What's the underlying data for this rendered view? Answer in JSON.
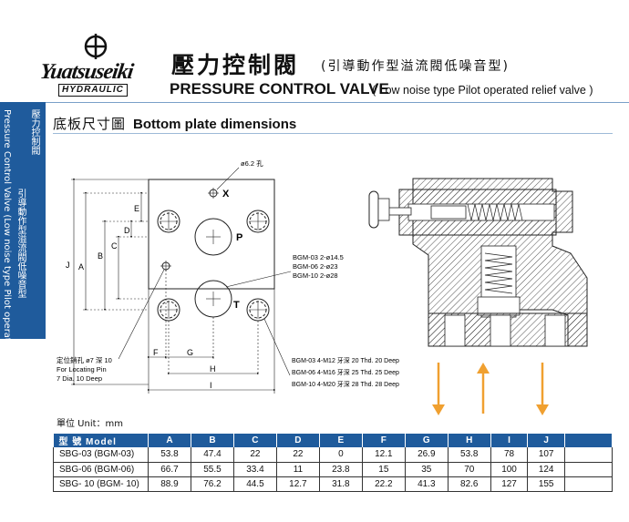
{
  "brand": {
    "name": "Yuatsuseiki",
    "sub": "HYDRAULIC"
  },
  "header": {
    "title_zh": "壓力控制閥",
    "title_zh_sub": "(引導動作型溢流閥低噪音型)",
    "title_en": "PRESSURE CONTROL VALVE",
    "title_en_sub": "( Low noise type Pilot operated relief valve )"
  },
  "sidebar": {
    "zh_title": "壓力控制閥",
    "zh_sub": "引導動作型溢流閥低噪音型",
    "en_text": "Pressure Control Valve (Low noise type Pilot operated relief valve)"
  },
  "section": {
    "title_zh": "底板尺寸圖",
    "title_en": "Bottom plate dimensions"
  },
  "drawing": {
    "hole_note": "ø6.2 孔",
    "port_x": "X",
    "port_p": "P",
    "port_t": "T",
    "dim_labels": [
      "J",
      "A",
      "B",
      "C",
      "D",
      "E",
      "F",
      "G",
      "H",
      "I"
    ],
    "port_dia": [
      "BGM-03  2-ø14.5",
      "BGM-06  2-ø23",
      "BGM-10  2-ø28"
    ],
    "thread_specs": [
      "BGM-03  4-M12 牙深 20 Thd. 20 Deep",
      "BGM-06  4-M16 牙深 25 Thd. 25 Deep",
      "BGM-10  4-M20 牙深 28 Thd. 28 Deep"
    ],
    "locating_pin": [
      "定位銷孔 ø7 深 10",
      "For Locating Pin",
      "7 Dia. 10 Deep"
    ]
  },
  "unit_label": "單位 Unit：mm",
  "table": {
    "headers": [
      "型 號 Model",
      "A",
      "B",
      "C",
      "D",
      "E",
      "F",
      "G",
      "H",
      "I",
      "J"
    ],
    "rows": [
      [
        "SBG-03 (BGM-03)",
        "53.8",
        "47.4",
        "22",
        "22",
        "0",
        "12.1",
        "26.9",
        "53.8",
        "78",
        "107"
      ],
      [
        "SBG-06 (BGM-06)",
        "66.7",
        "55.5",
        "33.4",
        "11",
        "23.8",
        "15",
        "35",
        "70",
        "100",
        "124"
      ],
      [
        "SBG- 10 (BGM- 10)",
        "88.9",
        "76.2",
        "44.5",
        "12.7",
        "31.8",
        "22.2",
        "41.3",
        "82.6",
        "127",
        "155"
      ]
    ]
  },
  "colors": {
    "accent": "#1f5b9c",
    "flow_arrow": "#f0a030"
  }
}
